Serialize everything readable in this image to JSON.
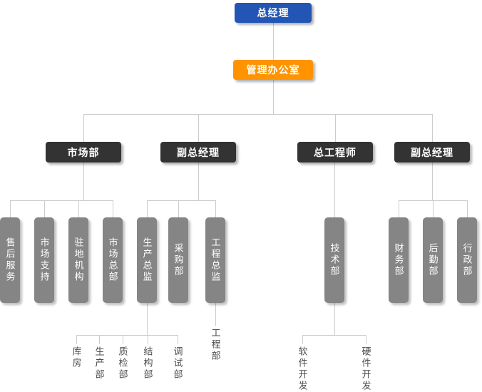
{
  "colors": {
    "level1_bg": "#2255b4",
    "level2_bg": "#ff9400",
    "level3_bg": "#333333",
    "level4_bg": "#858585",
    "connector": "#cccccc",
    "box_text": "#ffffff",
    "leaf_text": "#4d4d4d"
  },
  "tree": {
    "root": {
      "label": "总经理"
    },
    "office": {
      "label": "管理办公室"
    },
    "branches": [
      {
        "label": "市场部",
        "children": [
          {
            "label": "售后服务"
          },
          {
            "label": "市场支持"
          },
          {
            "label": "驻地机构"
          },
          {
            "label": "市场总部"
          }
        ]
      },
      {
        "label": "副总经理",
        "children": [
          {
            "label": "生产总监",
            "children": [
              {
                "label": "库房"
              },
              {
                "label": "生产部"
              },
              {
                "label": "质检部"
              },
              {
                "label": "结构部"
              },
              {
                "label": "调试部"
              }
            ]
          },
          {
            "label": "采购部"
          },
          {
            "label": "工程总监",
            "children": [
              {
                "label": "工程部"
              }
            ]
          }
        ]
      },
      {
        "label": "总工程师",
        "children": [
          {
            "label": "技术部",
            "children": [
              {
                "label": "软件开发"
              },
              {
                "label": "硬件开发"
              }
            ]
          }
        ]
      },
      {
        "label": "副总经理",
        "children": [
          {
            "label": "财务部"
          },
          {
            "label": "后勤部"
          },
          {
            "label": "行政部"
          }
        ]
      }
    ]
  }
}
